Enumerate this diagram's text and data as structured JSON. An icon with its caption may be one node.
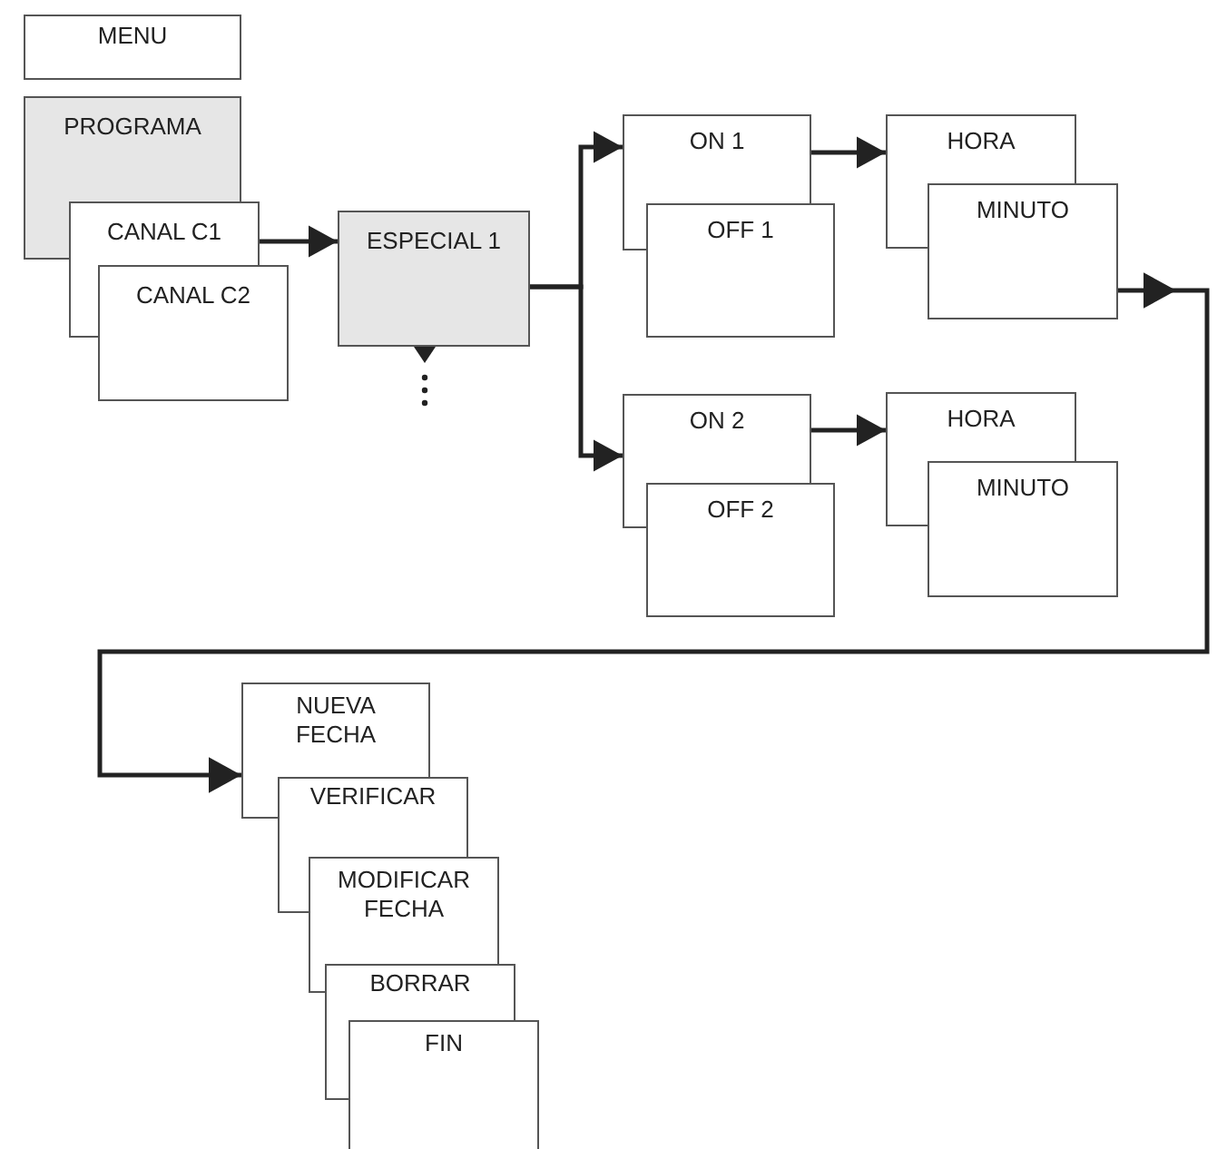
{
  "diagram": {
    "nodes": [
      {
        "text": [
          "MENU"
        ]
      },
      {
        "text": [
          "PROGRAMA"
        ]
      },
      {
        "text": [
          "CANAL C1"
        ]
      },
      {
        "text": [
          "CANAL C2"
        ]
      },
      {
        "text": [
          "ESPECIAL 1"
        ]
      },
      {
        "text": [
          "ON 1"
        ]
      },
      {
        "text": [
          "OFF 1"
        ]
      },
      {
        "text": [
          "HORA"
        ]
      },
      {
        "text": [
          "MINUTO"
        ]
      },
      {
        "text": [
          "ON 2"
        ]
      },
      {
        "text": [
          "OFF 2"
        ]
      },
      {
        "text": [
          "HORA"
        ]
      },
      {
        "text": [
          "MINUTO"
        ]
      },
      {
        "text": [
          "NUEVA FECHA"
        ]
      },
      {
        "text": [
          "VERIFICAR"
        ]
      },
      {
        "text": [
          "MODIFICAR FECHA"
        ]
      },
      {
        "text": [
          "BORRAR"
        ]
      },
      {
        "text": [
          "FIN"
        ]
      }
    ],
    "edges": [
      {
        "from": 2,
        "to": 4,
        "arrow": "to"
      },
      {
        "from": 4,
        "to": 5,
        "arrow": "to"
      },
      {
        "from": 4,
        "to": 9,
        "arrow": "to"
      },
      {
        "from": 5,
        "to": 7,
        "arrow": "to"
      },
      {
        "from": 9,
        "to": 11,
        "arrow": "to"
      },
      {
        "from": 8,
        "to": 13,
        "arrow": "to"
      }
    ]
  }
}
